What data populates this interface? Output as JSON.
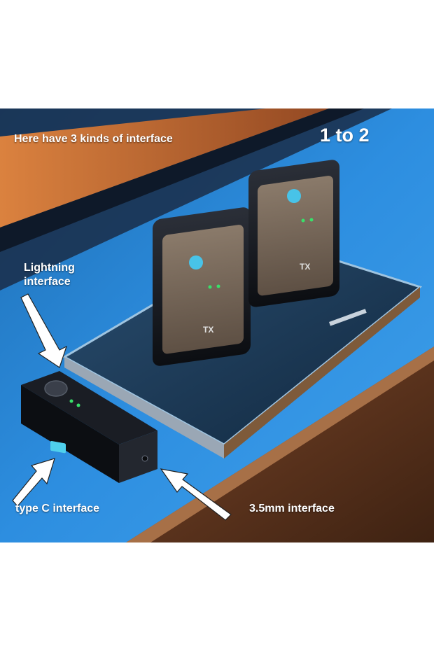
{
  "captions": {
    "interface_kinds": "Here have 3 kinds of interface",
    "receiver_count": "1 to 2",
    "lightning_line1": "Lightning",
    "lightning_line2": "interface",
    "type_c": "type C interface",
    "jack_35mm": "3.5mm interface"
  },
  "devices": {
    "transmitter_label": "TX"
  },
  "colors": {
    "background_blue": "#2f8fd8",
    "accent_orange": "#e07a3a",
    "led_green": "#39e06a",
    "fabric_brown": "#7a6a5c"
  }
}
